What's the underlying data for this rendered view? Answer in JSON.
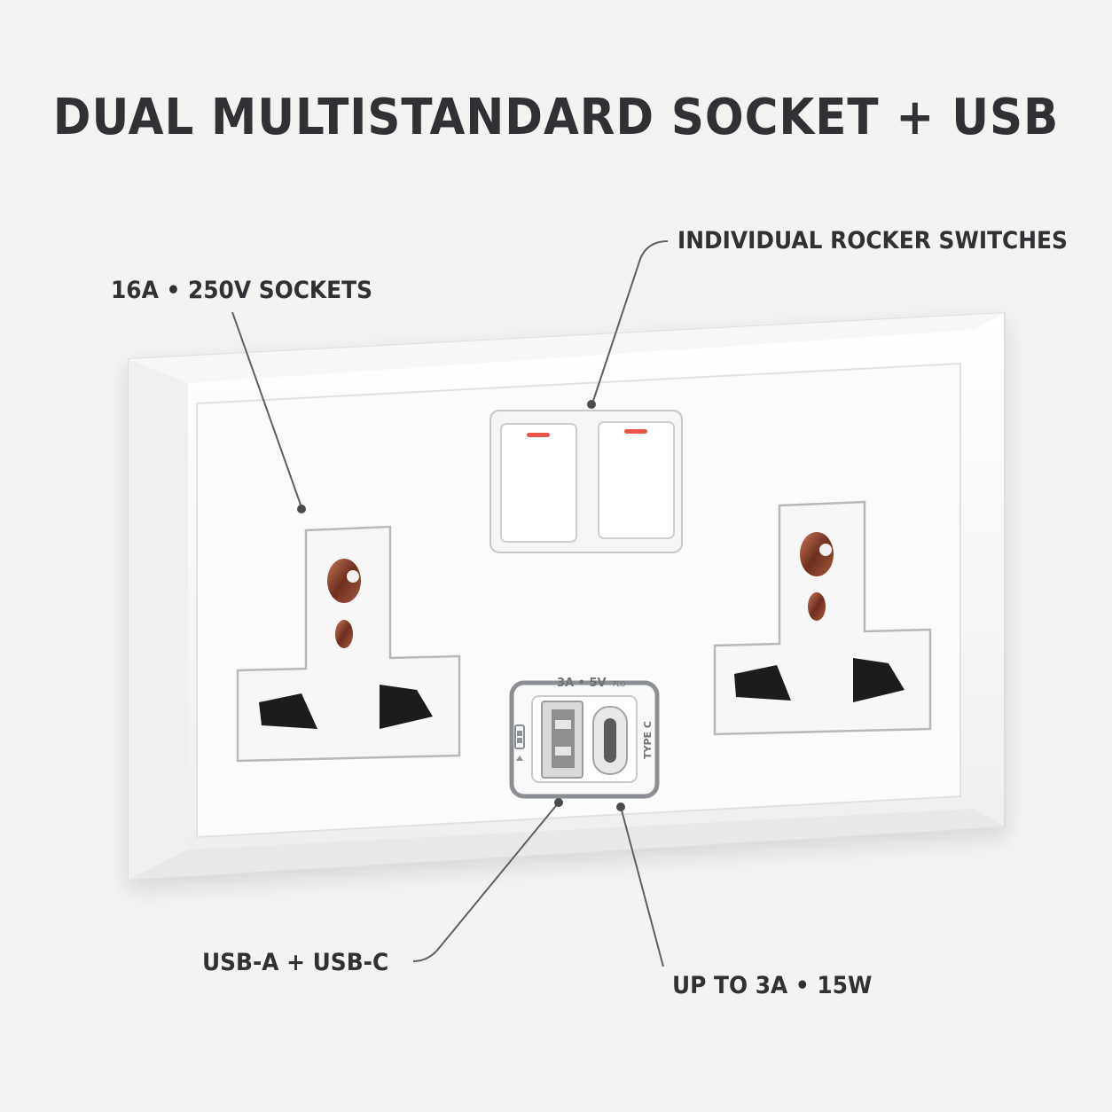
{
  "title": "DUAL MULTISTANDARD SOCKET + USB",
  "callouts": {
    "sockets": "16A • 250V SOCKETS",
    "switches": "INDIVIDUAL ROCKER SWITCHES",
    "usb_ports": "USB-A + USB-C",
    "usb_power": "UP TO 3A • 15W"
  },
  "usb_module": {
    "rating": "3A • 5V",
    "rating_suffix": "7LO",
    "type_c_label": "TYPE C"
  },
  "colors": {
    "background": "#f3f3f2",
    "text": "#2f3134",
    "plate": "#fbfbfb",
    "indicator": "#e8564a",
    "copper": "#7a3a26",
    "pin_hole": "#1c1c1c",
    "usb_ring": "#8b8f93"
  }
}
